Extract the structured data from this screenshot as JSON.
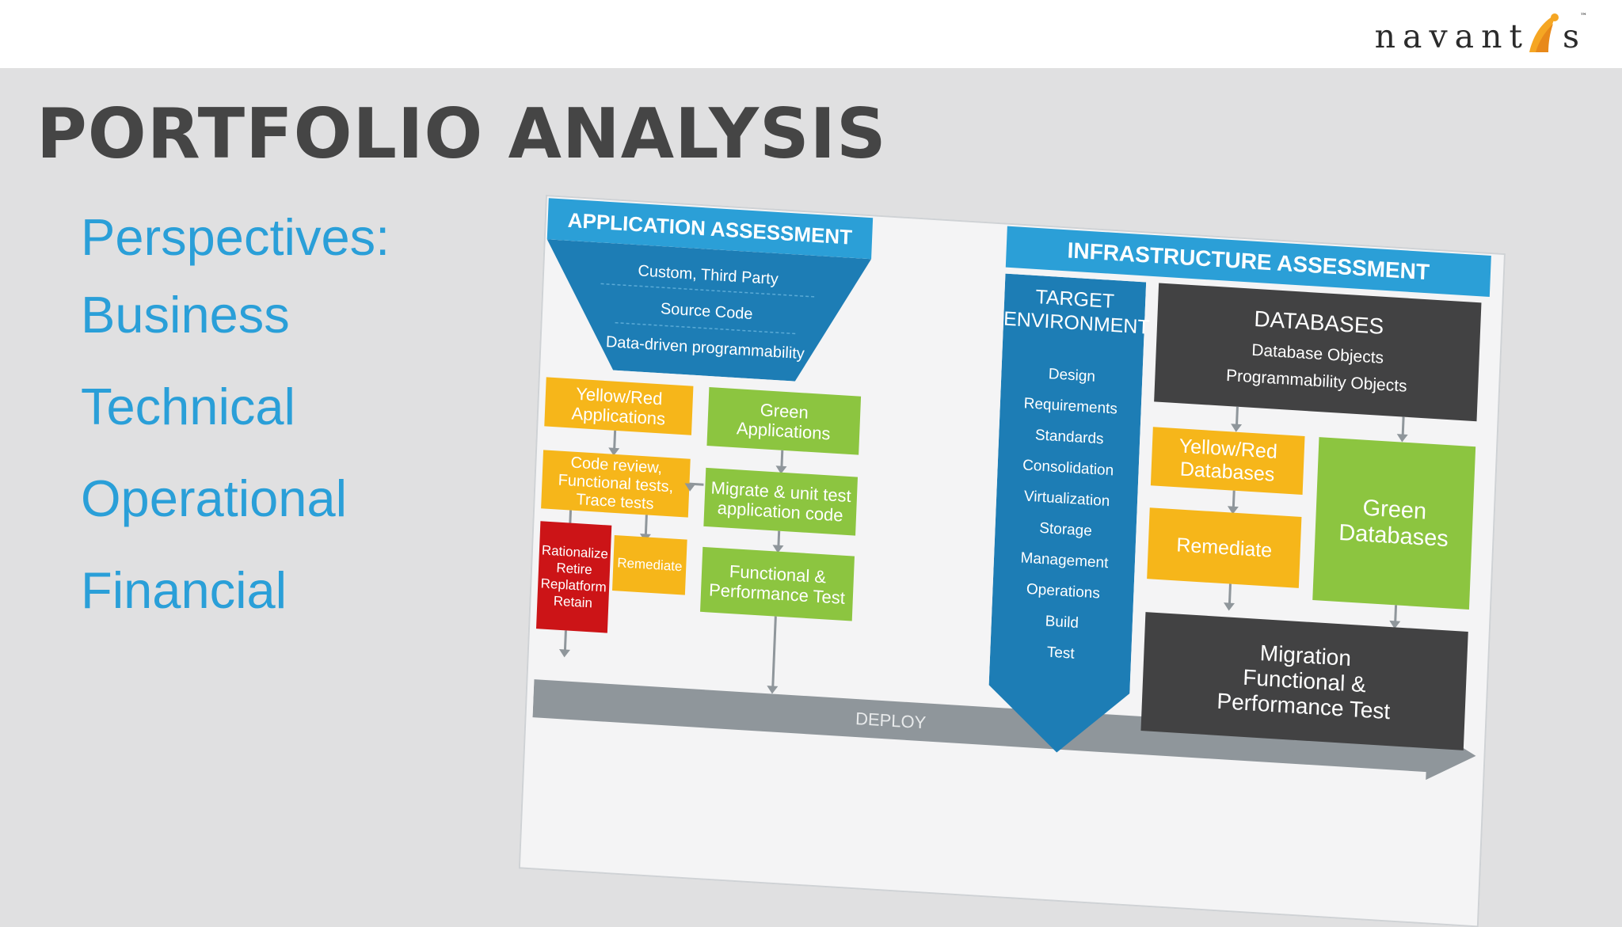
{
  "brand": {
    "logo_text_left": "navant",
    "logo_text_right": "s",
    "logo_trademark": "™"
  },
  "slide": {
    "title": "PORTFOLIO ANALYSIS"
  },
  "perspectives": {
    "heading": "Perspectives:",
    "items": [
      "Business",
      "Technical",
      "Operational",
      "Financial"
    ]
  },
  "diagram": {
    "app_assessment": {
      "header": "APPLICATION ASSESSMENT",
      "items": [
        "Custom, Third Party",
        "Source Code",
        "Data-driven programmability"
      ]
    },
    "yellow_red_apps": "Yellow/Red Applications",
    "green_apps": "Green Applications",
    "code_review": "Code review, Functional tests, Trace tests",
    "migrate_unit": "Migrate & unit test application code",
    "rationalize": [
      "Rationalize",
      "Retire",
      "Replatform",
      "Retain"
    ],
    "remediate_app": "Remediate",
    "functional_perf": "Functional & Performance Test",
    "deploy": "DEPLOY",
    "infra_assessment": {
      "header": "INFRASTRUCTURE ASSESSMENT"
    },
    "target_env": {
      "title": "TARGET ENVIRONMENT",
      "items": [
        "Design",
        "Requirements",
        "Standards",
        "Consolidation",
        "Virtualization",
        "Storage",
        "Management",
        "Operations",
        "Build",
        "Test"
      ]
    },
    "databases": {
      "title": "DATABASES",
      "items": [
        "Database Objects",
        "Programmability Objects"
      ]
    },
    "yellow_red_db": "Yellow/Red Databases",
    "green_db": "Green Databases",
    "remediate_db": "Remediate",
    "migration_test": [
      "Migration",
      "Functional &",
      "Performance Test"
    ]
  },
  "colors": {
    "blue": "#2b9fd7",
    "dark_blue": "#1d7db5",
    "yellow": "#f6b61a",
    "green": "#8cc540",
    "red": "#cc1417",
    "dark_gray": "#424243",
    "deploy_gray": "#8f969b",
    "perspective_text": "#2a9fd8",
    "title_text": "#454545",
    "logo_accent": "#f5a623"
  }
}
